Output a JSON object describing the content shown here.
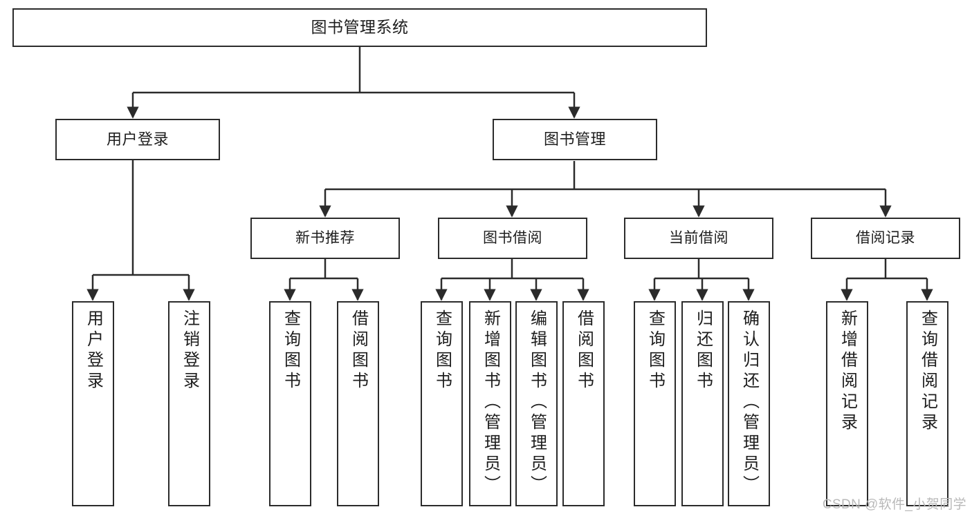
{
  "diagram": {
    "title": "图书管理系统",
    "watermark": "CSDN @软件_小贺同学",
    "colors": {
      "stroke": "#2b2b2b",
      "fill": "#ffffff",
      "text": "#1d1d1d",
      "watermark": "#b9b9b9"
    },
    "root": {
      "label": "图书管理系统"
    },
    "tier2": [
      {
        "label": "用户登录"
      },
      {
        "label": "图书管理"
      }
    ],
    "tier3": [
      {
        "label": "新书推荐"
      },
      {
        "label": "图书借阅"
      },
      {
        "label": "当前借阅"
      },
      {
        "label": "借阅记录"
      }
    ],
    "leaves": {
      "user_login": [
        {
          "label": "用户登录"
        },
        {
          "label": "注销登录"
        }
      ],
      "new_book": [
        {
          "label": "查询图书"
        },
        {
          "label": "借阅图书"
        }
      ],
      "book_borrow": [
        {
          "label": "查询图书"
        },
        {
          "label": "新增图书（管理员）"
        },
        {
          "label": "编辑图书（管理员）"
        },
        {
          "label": "借阅图书"
        }
      ],
      "current_borrow": [
        {
          "label": "查询图书"
        },
        {
          "label": "归还图书"
        },
        {
          "label": "确认归还（管理员）"
        }
      ],
      "borrow_record": [
        {
          "label": "新增借阅记录"
        },
        {
          "label": "查询借阅记录"
        }
      ]
    }
  }
}
